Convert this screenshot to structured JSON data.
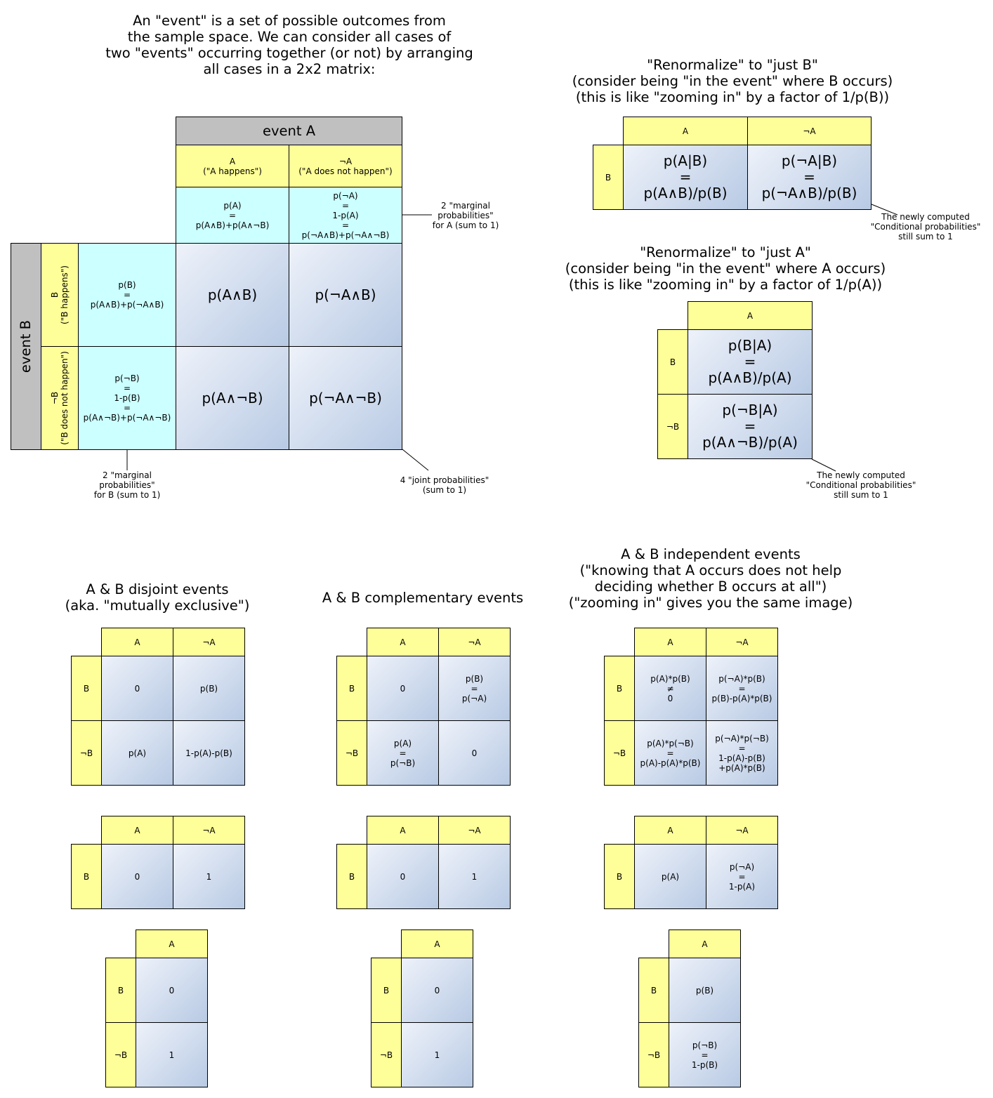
{
  "intro_text": "An \"event\" is a set of possible outcomes from\nthe sample space. We can consider all cases of\ntwo \"events\" occurring together (or not) by arranging\nall cases in a 2x2 matrix:",
  "main_matrix": {
    "event_a_label": "event A",
    "event_b_label": "event B",
    "col_headers": [
      "A\n(\"A happens\")",
      "¬A\n(\"A does not happen\")"
    ],
    "row_headers": [
      "B\n(\"B happens\")",
      "¬B\n(\"B does not happen\")"
    ],
    "marginal_a": [
      "p(A)\n=\np(A∧B)+p(A∧¬B)",
      "p(¬A)\n=\n1-p(A)\n=\np(¬A∧B)+p(¬A∧¬B)"
    ],
    "marginal_b": [
      "p(B)\n=\np(A∧B)+p(¬A∧B)",
      "p(¬B)\n=\n1-p(B)\n=\np(A∧¬B)+p(¬A∧¬B)"
    ],
    "joint": [
      "p(A∧B)",
      "p(¬A∧B)",
      "p(A∧¬B)",
      "p(¬A∧¬B)"
    ],
    "note_marginal_a": "2 \"marginal\nprobabilities\"\nfor A (sum to 1)",
    "note_marginal_b": "2 \"marginal\nprobabilities\"\nfor B (sum to 1)",
    "note_joint": "4 \"joint probabilities\"\n(sum to 1)"
  },
  "renorm_b": {
    "title": "\"Renormalize\" to \"just B\"\n(consider being \"in the event\" where B occurs)\n(this is like \"zooming in\" by a factor of 1/p(B))",
    "col_headers": [
      "A",
      "¬A"
    ],
    "row_header": "B",
    "cells": [
      "p(A|B)\n=\np(A∧B)/p(B)",
      "p(¬A|B)\n=\np(¬A∧B)/p(B)"
    ],
    "note": "The newly computed\n\"Conditional probabilities\"\nstill sum to 1"
  },
  "renorm_a": {
    "title": "\"Renormalize\" to \"just A\"\n(consider being \"in the event\" where A occurs)\n(this is like \"zooming in\" by a factor of 1/p(A))",
    "col_header": "A",
    "row_headers": [
      "B",
      "¬B"
    ],
    "cells": [
      "p(B|A)\n=\np(A∧B)/p(A)",
      "p(¬B|A)\n=\np(A∧¬B)/p(A)"
    ],
    "note": "The newly computed\n\"Conditional probabilities\"\nstill sum to 1"
  },
  "disjoint": {
    "title": "A & B disjoint events\n(aka. \"mutually exclusive\")",
    "col_headers": [
      "A",
      "¬A"
    ],
    "row_headers": [
      "B",
      "¬B"
    ],
    "full": [
      "0",
      "p(B)",
      "p(A)",
      "1-p(A)-p(B)"
    ],
    "just_b": [
      "0",
      "1"
    ],
    "just_a": [
      "0",
      "1"
    ]
  },
  "complementary": {
    "title": "A & B complementary events",
    "col_headers": [
      "A",
      "¬A"
    ],
    "row_headers": [
      "B",
      "¬B"
    ],
    "full": [
      "0",
      "p(B)\n=\np(¬A)",
      "p(A)\n=\np(¬B)",
      "0"
    ],
    "just_b": [
      "0",
      "1"
    ],
    "just_a": [
      "0",
      "1"
    ]
  },
  "independent": {
    "title": "A & B independent events\n(\"knowing that A occurs does not help\ndeciding whether B occurs at all\")\n(\"zooming in\" gives you the same image)",
    "col_headers": [
      "A",
      "¬A"
    ],
    "row_headers": [
      "B",
      "¬B"
    ],
    "full": [
      "p(A)*p(B)\n≠\n0",
      "p(¬A)*p(B)\n=\np(B)-p(A)*p(B)",
      "p(A)*p(¬B)\n=\np(A)-p(A)*p(B)",
      "p(¬A)*p(¬B)\n=\n1-p(A)-p(B)\n+p(A)*p(B)"
    ],
    "just_b": [
      "p(A)",
      "p(¬A)\n=\n1-p(A)"
    ],
    "just_a": [
      "p(B)",
      "p(¬B)\n=\n1-p(B)"
    ]
  },
  "colors": {
    "header_yellow": "#ffff99",
    "marginal_cyan": "#ccffff",
    "event_gray": "#c0c0c0",
    "joint_gradient_start": "#eef2fa",
    "joint_gradient_end": "#b8cae4"
  }
}
